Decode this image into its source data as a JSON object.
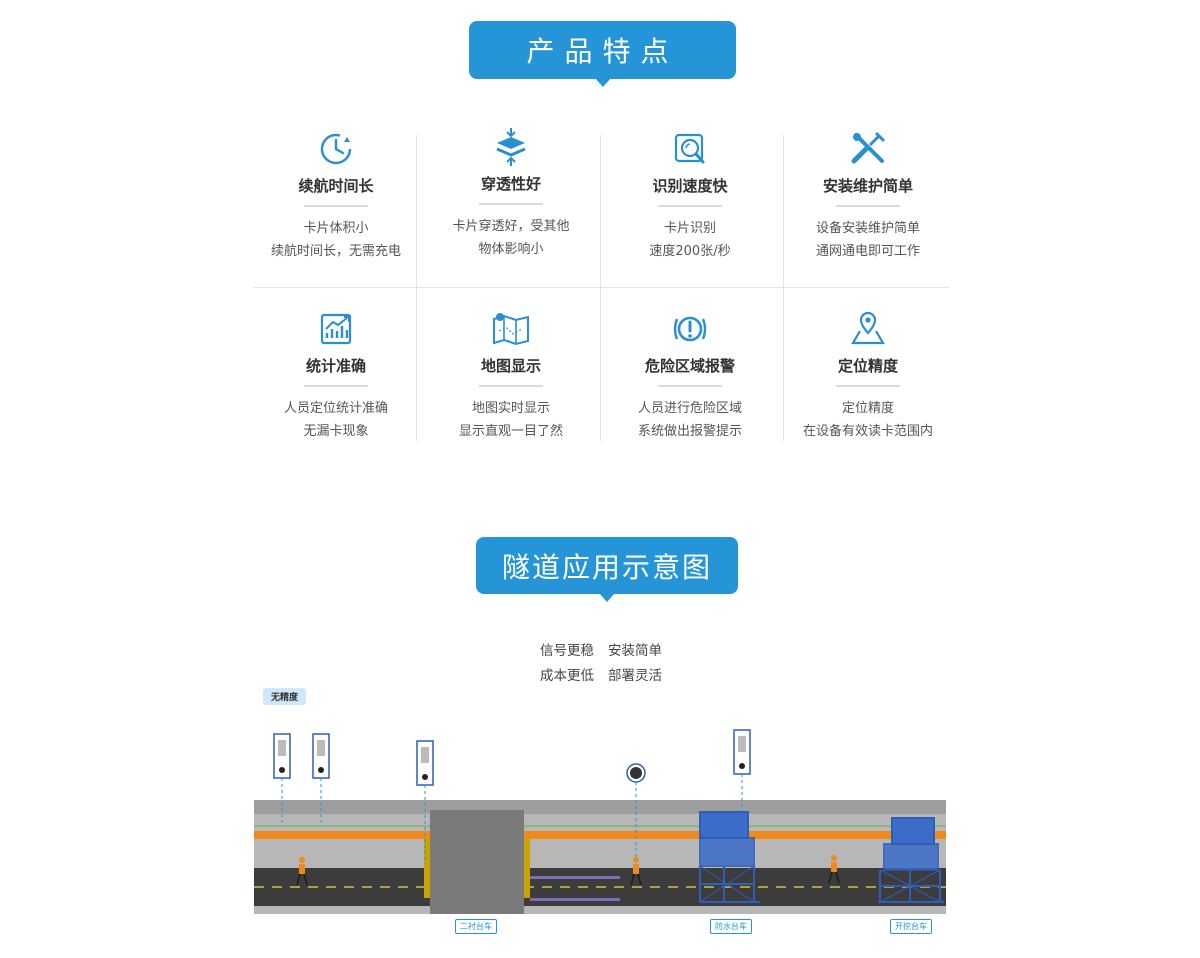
{
  "section1": {
    "banner": "产品特点"
  },
  "features": [
    {
      "icon": "clock-icon",
      "title": "续航时间长",
      "desc": [
        "卡片体积小",
        "续航时间长，无需充电"
      ]
    },
    {
      "icon": "layers-icon",
      "title": "穿透性好",
      "desc": [
        "卡片穿透好，受其他",
        "物体影响小"
      ]
    },
    {
      "icon": "magnifier-icon",
      "title": "识别速度快",
      "desc": [
        "卡片识别",
        "速度200张/秒"
      ]
    },
    {
      "icon": "tools-icon",
      "title": "安装维护简单",
      "desc": [
        "设备安装维护简单",
        "通网通电即可工作"
      ]
    },
    {
      "icon": "stats-chart-icon",
      "title": "统计准确",
      "desc": [
        "人员定位统计准确",
        "无漏卡现象"
      ]
    },
    {
      "icon": "map-icon",
      "title": "地图显示",
      "desc": [
        "地图实时显示",
        "显示直观一目了然"
      ]
    },
    {
      "icon": "alarm-icon",
      "title": "危险区域报警",
      "desc": [
        "人员进行危险区域",
        "系统做出报警提示"
      ]
    },
    {
      "icon": "location-pin-icon",
      "title": "定位精度",
      "desc": [
        "定位精度",
        "在设备有效读卡范围内"
      ]
    }
  ],
  "section2": {
    "banner": "隧道应用示意图",
    "slogan": [
      [
        "信号更稳",
        "安装简单"
      ],
      [
        "成本更低",
        "部署灵活"
      ]
    ],
    "diagram": {
      "top_tag": "无精度",
      "bottom_tags": [
        "二衬台车",
        "防水台车",
        "开挖台车"
      ]
    }
  },
  "colors": {
    "accent": "#2695d8",
    "icon": "#2a8fd0",
    "road": "#3c3c3c",
    "orange": "#f08a1c",
    "rig": "#2f5eb8"
  }
}
